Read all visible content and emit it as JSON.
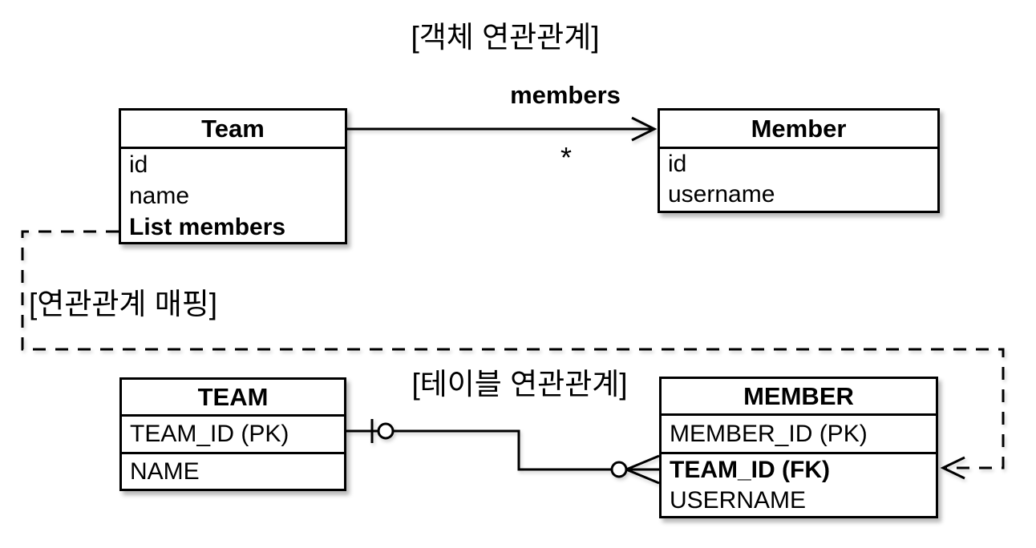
{
  "object_diagram": {
    "title": "[객체 연관관계]",
    "team_class": {
      "title": "Team",
      "fields": [
        "id",
        "name",
        "List members"
      ]
    },
    "member_class": {
      "title": "Member",
      "fields": [
        "id",
        "username"
      ]
    },
    "association": {
      "label": "members",
      "multiplicity": "*"
    }
  },
  "mapping": {
    "label": "[연관관계 매핑]"
  },
  "table_diagram": {
    "title": "[테이블 연관관계]",
    "team_table": {
      "title": "TEAM",
      "columns": [
        "TEAM_ID (PK)",
        "NAME"
      ]
    },
    "member_table": {
      "title": "MEMBER",
      "columns": [
        "MEMBER_ID (PK)",
        "TEAM_ID (FK)",
        "USERNAME"
      ]
    }
  },
  "colors": {
    "line": "#000000",
    "background": "#ffffff",
    "box_background": "#ffffff"
  }
}
